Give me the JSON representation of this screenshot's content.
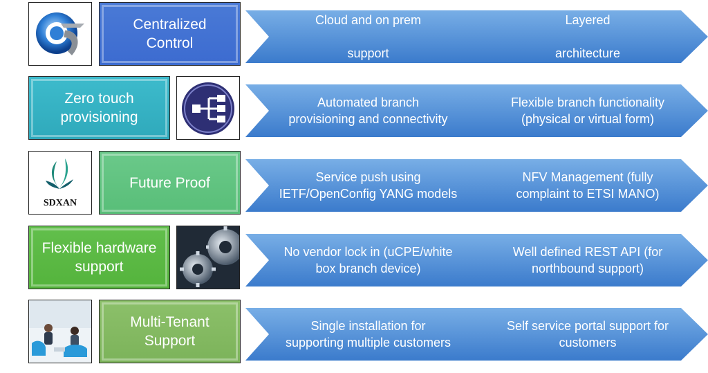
{
  "colors": {
    "arrow_top": "#6ea6e3",
    "arrow_bottom": "#3e7fce"
  },
  "rows": [
    {
      "title": "Centralized\nControl",
      "icon": "swirl-logo-icon",
      "col1": "Cloud and on prem\n\nsupport",
      "col2": "Layered\n\narchitecture"
    },
    {
      "title": "Zero touch\nprovisioning",
      "icon": "network-hierarchy-icon",
      "col1": "Automated branch\nprovisioning and connectivity",
      "col2": "Flexible branch functionality\n(physical or virtual form)"
    },
    {
      "title": "Future Proof",
      "icon": "sdxan-logo",
      "logo_text": "SDXAN",
      "col1": "Service push using\nIETF/OpenConfig YANG models",
      "col2": "NFV Management (fully\ncomplaint to ETSI  MANO)"
    },
    {
      "title": "Flexible hardware\nsupport",
      "icon": "gears-photo-icon",
      "col1": "No vendor lock in (uCPE/white\nbox branch device)",
      "col2": "Well defined REST API (for\nnorthbound support)"
    },
    {
      "title": "Multi-Tenant\nSupport",
      "icon": "office-people-photo-icon",
      "col1": "Single installation for\nsupporting multiple customers",
      "col2": "Self service portal support for\ncustomers"
    }
  ]
}
